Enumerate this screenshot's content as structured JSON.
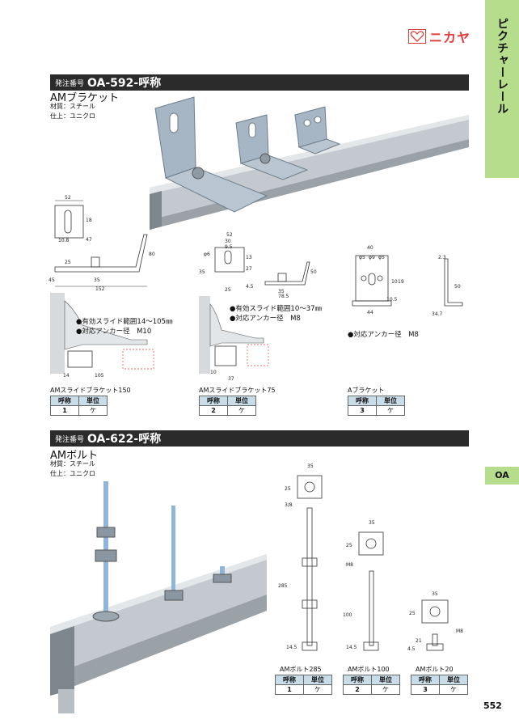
{
  "sidebar": {
    "category": "ピクチャーレール",
    "tab": "OA"
  },
  "page_number": "552",
  "logo": {
    "text": "ニカヤ"
  },
  "section1": {
    "order_prefix": "発注番号",
    "order_code": "OA-592-呼称",
    "product": "AMブラケット",
    "material": "材質：スチール",
    "finish": "仕上：ユニクロ"
  },
  "section2": {
    "order_prefix": "発注番号",
    "order_code": "OA-622-呼称",
    "product": "AMボルト",
    "material": "材質：スチール",
    "finish": "仕上：ユニクロ"
  },
  "table_headers": {
    "name": "呼称",
    "unit": "単位"
  },
  "brackets": [
    {
      "caption": "AMスライドブラケット150",
      "code": "1",
      "unit": "ケ",
      "bullets": [
        "●有効スライド範囲14～105㎜",
        "●対応アンカー径　M10"
      ],
      "dims": {
        "w": "52",
        "a": "18",
        "b": "47",
        "c": "10.8",
        "h": "80",
        "d": "25",
        "e": "45",
        "f": "35",
        "total": "152",
        "s1": "14",
        "s2": "105"
      }
    },
    {
      "caption": "AMスライドブラケット75",
      "code": "2",
      "unit": "ケ",
      "bullets": [
        "●有効スライド範囲10～37㎜",
        "●対応アンカー径　M8"
      ],
      "dims": {
        "w": "52",
        "a": "30",
        "b": "9.5",
        "phi": "φ6",
        "c": "13",
        "d": "27",
        "e": "35",
        "h": "50",
        "f": "25",
        "g": "4.5",
        "i": "35",
        "total": "78.5",
        "s1": "10",
        "s2": "37"
      }
    },
    {
      "caption": "Aブラケット",
      "code": "3",
      "unit": "ケ",
      "bullets": [
        "●対応アンカー径　M8"
      ],
      "dims": {
        "w": "40",
        "p1": "φ5",
        "p2": "φ9",
        "p3": "φ5",
        "a": "10",
        "b": "19",
        "c": "10.5",
        "bottom": "44",
        "t": "2.3",
        "h": "50",
        "foot": "34.7"
      }
    }
  ],
  "bolts": [
    {
      "caption": "AMボルト285",
      "code": "1",
      "unit": "ケ",
      "dims": {
        "top": "35",
        "side": "25",
        "thread": "3/8",
        "len": "285",
        "bot": "14.5"
      }
    },
    {
      "caption": "AMボルト100",
      "code": "2",
      "unit": "ケ",
      "dims": {
        "top": "35",
        "side": "25",
        "thread": "M8",
        "len": "100",
        "bot": "14.5"
      }
    },
    {
      "caption": "AMボルト20",
      "code": "3",
      "unit": "ケ",
      "dims": {
        "top": "35",
        "side": "25",
        "thread": "M8",
        "a": "21",
        "b": "4.5"
      }
    }
  ]
}
